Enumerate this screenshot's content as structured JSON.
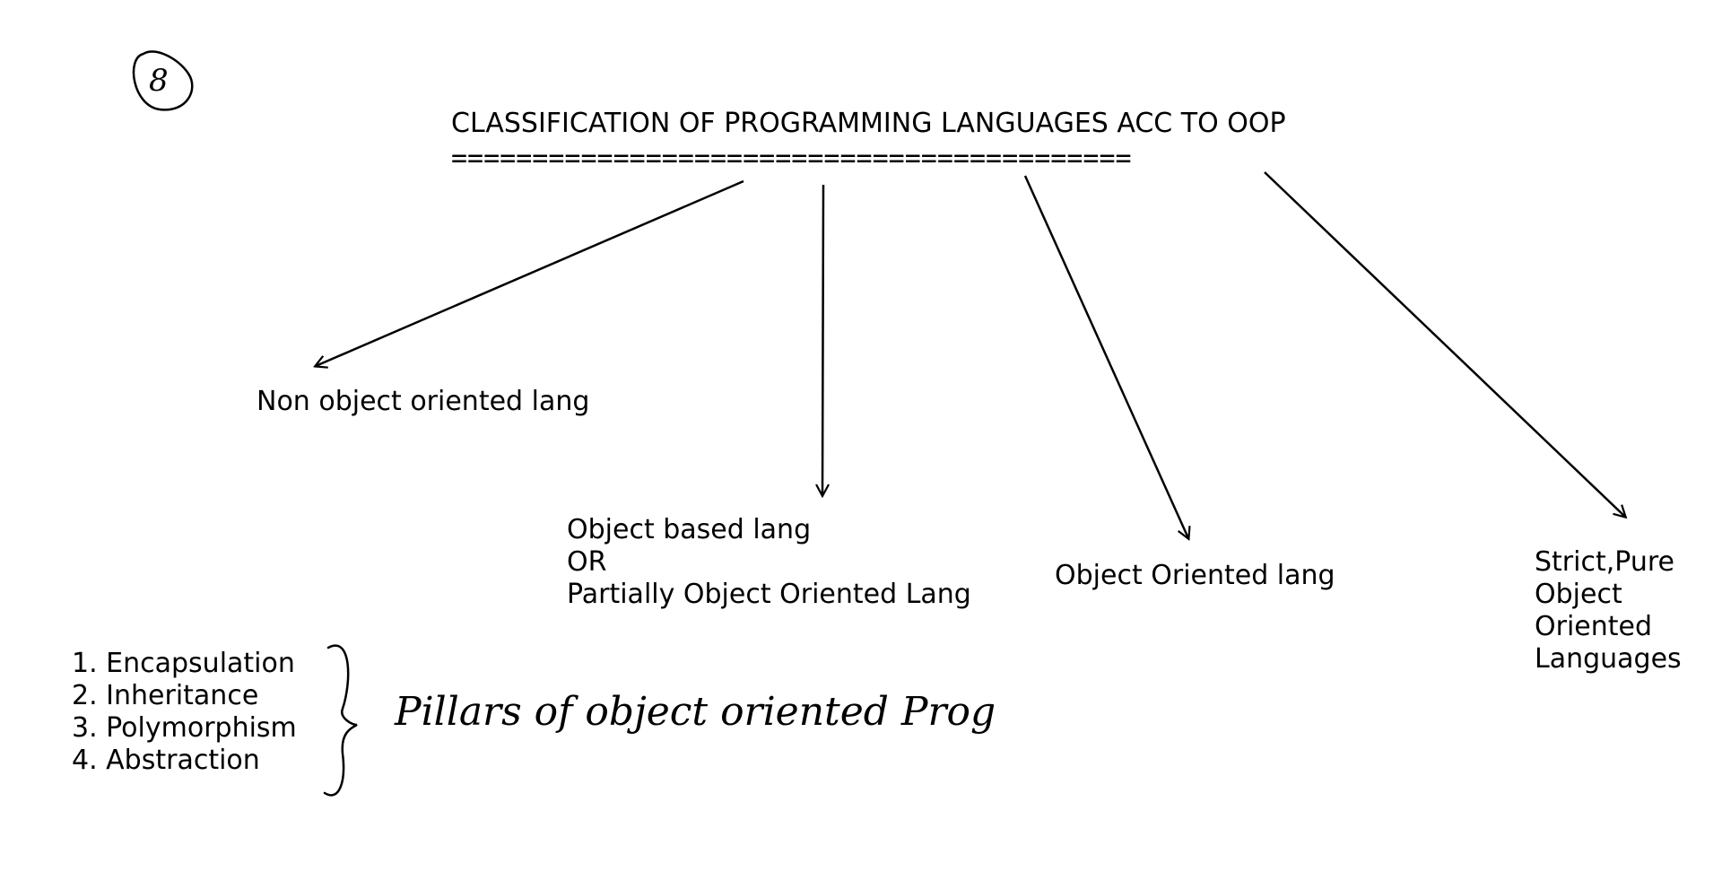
{
  "page_number_mark": "8",
  "title": "CLASSIFICATION OF PROGRAMMING LANGUAGES ACC TO OOP",
  "title_underline": "==========================================",
  "categories": [
    {
      "lines": [
        "Non object oriented lang"
      ]
    },
    {
      "lines": [
        "Object based lang",
        "OR",
        "Partially Object Oriented Lang"
      ]
    },
    {
      "lines": [
        "Object Oriented lang"
      ]
    },
    {
      "lines": [
        "Strict,Pure",
        "Object",
        "Oriented",
        "Languages"
      ]
    }
  ],
  "pillars": {
    "items": [
      "1. Encapsulation",
      "2. Inheritance",
      "3. Polymorphism",
      "4. Abstraction"
    ],
    "handwritten_note": "Pillars of object oriented Prog"
  },
  "colors": {
    "ink": "#000000",
    "background": "#ffffff"
  }
}
